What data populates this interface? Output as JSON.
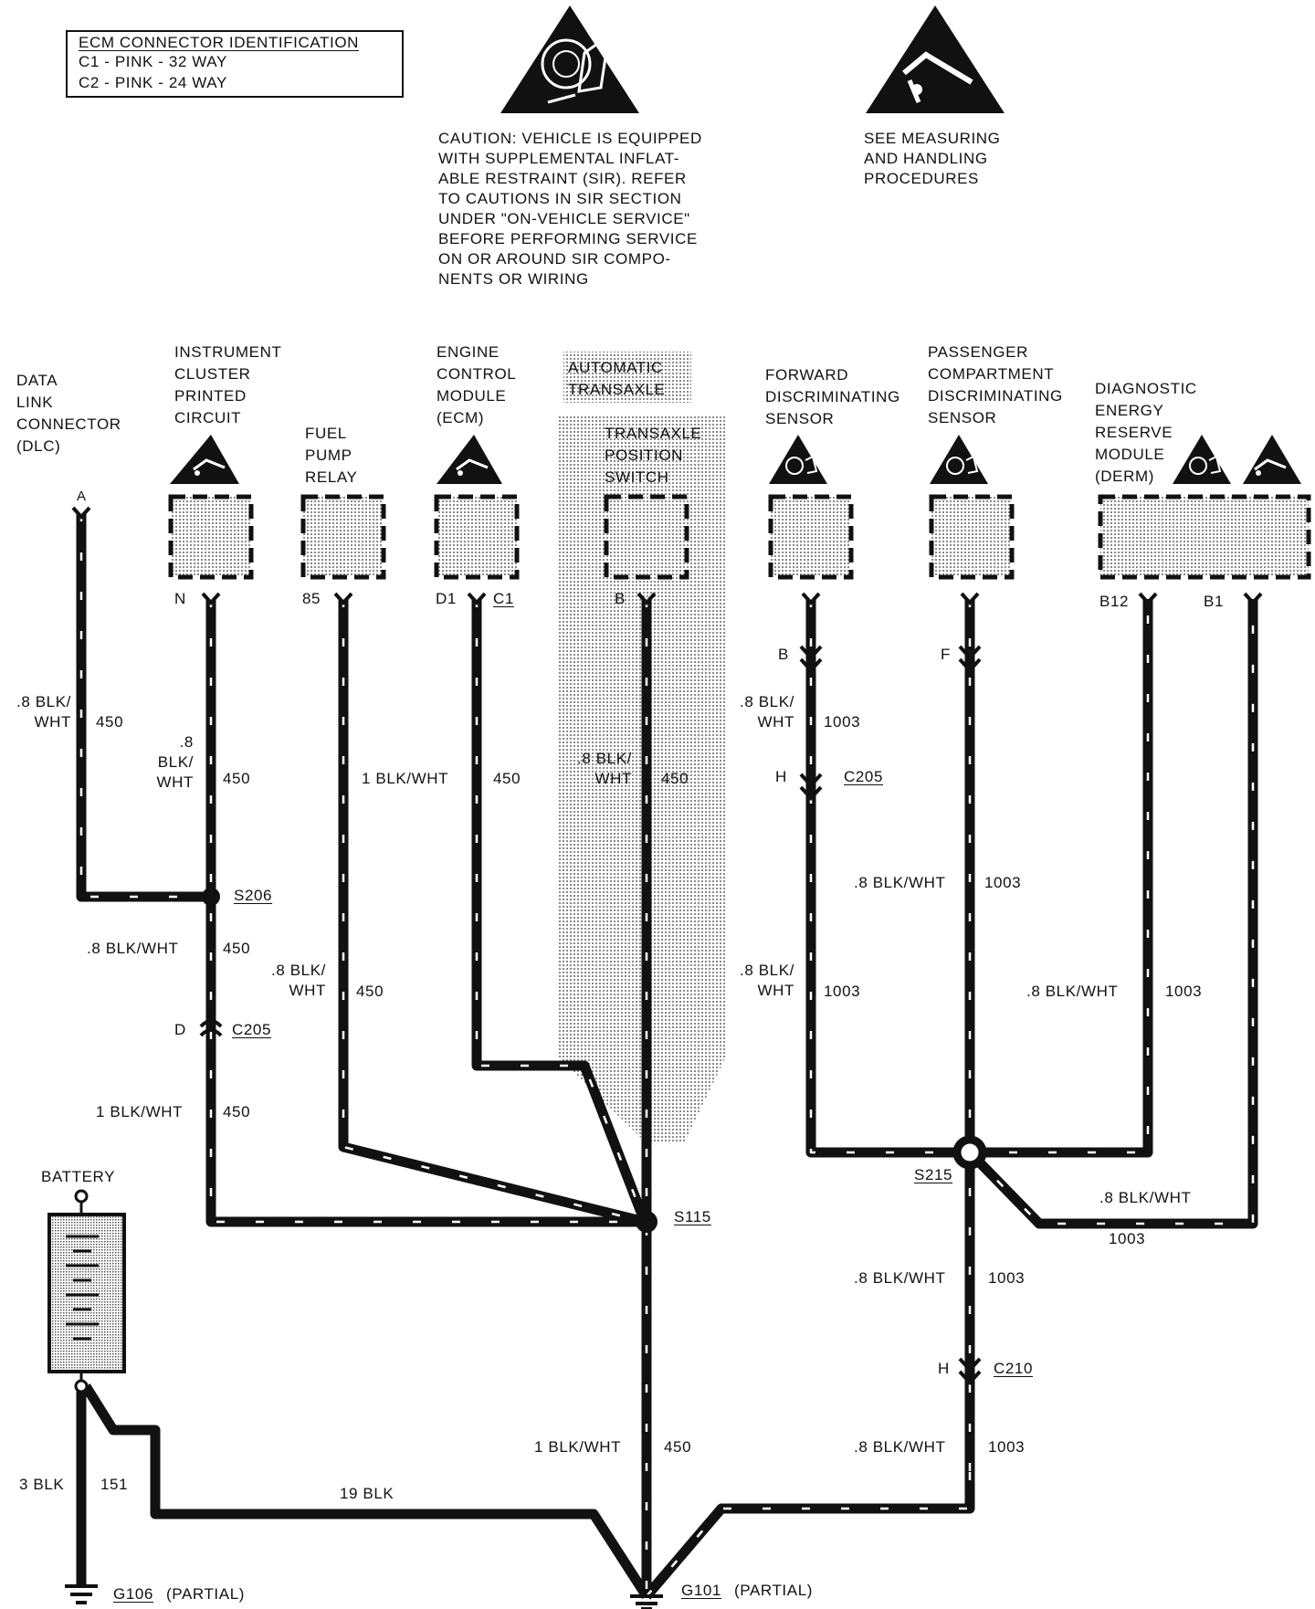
{
  "legend": {
    "title": "ECM CONNECTOR IDENTIFICATION",
    "c1": "C1 - PINK - 32 WAY",
    "c2": "C2 - PINK - 24 WAY"
  },
  "notes": {
    "sir_caution": "CAUTION: VEHICLE IS EQUIPPED\nWITH SUPPLEMENTAL INFLAT-\nABLE RESTRAINT (SIR). REFER\nTO CAUTIONS IN SIR SECTION\nUNDER \"ON-VEHICLE SERVICE\"\nBEFORE PERFORMING SERVICE\nON OR AROUND SIR COMPO-\nNENTS OR WIRING",
    "esd": "SEE MEASURING\nAND HANDLING\nPROCEDURES"
  },
  "components": {
    "dlc": "DATA\nLINK\nCONNECTOR\n(DLC)",
    "ipc": "INSTRUMENT\nCLUSTER\nPRINTED\nCIRCUIT",
    "fuel": "FUEL\nPUMP\nRELAY",
    "ecm": "ENGINE\nCONTROL\nMODULE\n(ECM)",
    "auto": "AUTOMATIC\nTRANSAXLE",
    "tps": "TRANSAXLE\nPOSITION\nSWITCH",
    "fds": "FORWARD\nDISCRIMINATING\nSENSOR",
    "pcds": "PASSENGER\nCOMPARTMENT\nDISCRIMINATING\nSENSOR",
    "derm": "DIAGNOSTIC\nENERGY\nRESERVE\nMODULE\n(DERM)",
    "battery": "BATTERY"
  },
  "pins": {
    "a": "A",
    "n": "N",
    "p85": "85",
    "d1": "D1",
    "c1": "C1",
    "b_tps": "B",
    "b_fds": "B",
    "f_pcds": "F",
    "b12": "B12",
    "b1": "B1",
    "d_c205": "D",
    "h_c205": "H",
    "h_c210": "H"
  },
  "wires": {
    "w1": ".8 BLK/\nWHT",
    "w1c": "450",
    "w2": ".8\nBLK/\nWHT",
    "w2c": "450",
    "w3": "1 BLK/WHT",
    "w3c": "450",
    "w4": ".8 BLK/\nWHT",
    "w4c": "450",
    "w5": ".8 BLK/WHT",
    "w5c": "450",
    "w6": ".8 BLK/\nWHT",
    "w6c": "450",
    "w7": "1 BLK/WHT",
    "w7c": "450",
    "w8": ".8 BLK/\nWHT",
    "w8c": "1003",
    "w9": ".8 BLK/WHT",
    "w9c": "1003",
    "w10": ".8 BLK/\nWHT",
    "w10c": "1003",
    "w11": ".8 BLK/WHT",
    "w11c": "1003",
    "w12": ".8 BLK/WHT",
    "w12c": "1003",
    "w13": ".8 BLK/WHT",
    "w13c": "1003",
    "w14": ".8 BLK/WHT",
    "w14c": "1003",
    "w15": "1 BLK/WHT",
    "w15c": "450",
    "w16": "3 BLK",
    "w16c": "151",
    "w17": "19 BLK"
  },
  "splices": {
    "s206": "S206",
    "s115": "S115",
    "s215": "S215"
  },
  "connectors": {
    "c205a": "C205",
    "c205b": "C205",
    "c210": "C210"
  },
  "grounds": {
    "g106": "G106",
    "g106p": "(PARTIAL)",
    "g101": "G101",
    "g101p": "(PARTIAL)"
  },
  "icons": [
    "sir-caution-icon",
    "esd-icon",
    "ground-icon",
    "battery-icon",
    "splice-icon",
    "connector-icon"
  ],
  "colors": {
    "wire": "#111111",
    "stripe": "#ffffff",
    "shade": "#d8d8d8"
  }
}
